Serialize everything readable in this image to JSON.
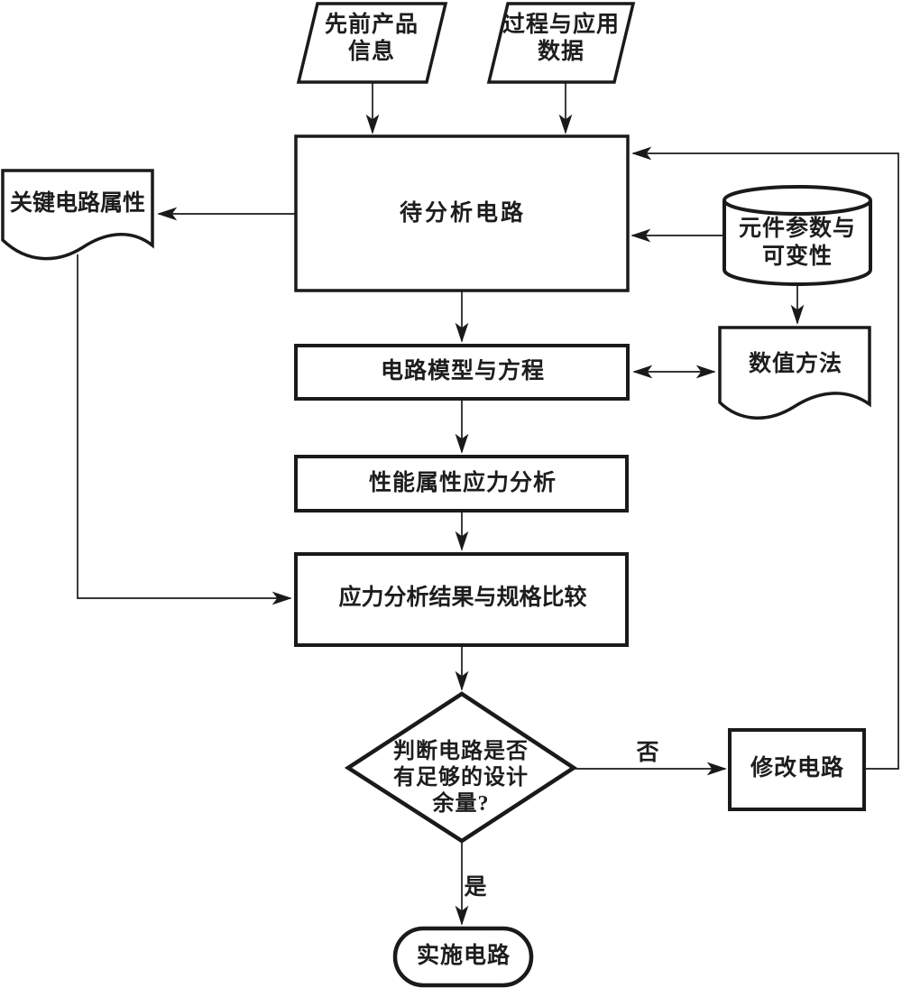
{
  "diagram": {
    "background_color": "#ffffff",
    "stroke_color": "#1a1a1a",
    "text_color": "#1d1d1d",
    "nodes": {
      "prev_product_info": {
        "shape": "parallelogram-input",
        "line1": "先前产品",
        "line2": "信息"
      },
      "process_app_data": {
        "shape": "parallelogram-input",
        "line1": "过程与应用",
        "line2": "数据"
      },
      "circuit_under_analysis": {
        "shape": "process-box",
        "line1": "待分析电路"
      },
      "key_circuit_attributes": {
        "shape": "document",
        "line1": "关键电路属性"
      },
      "component_parameters": {
        "shape": "database-cylinder",
        "line1": "元件参数与",
        "line2": "可变性"
      },
      "numerical_methods": {
        "shape": "document",
        "line1": "数值方法"
      },
      "circuit_model_equations": {
        "shape": "process-box",
        "line1": "电路模型与方程"
      },
      "performance_stress_analysis": {
        "shape": "process-box",
        "line1": "性能属性应力分析"
      },
      "stress_result_spec_comparison": {
        "shape": "process-box",
        "line1": "应力分析结果与规格比较"
      },
      "design_margin_decision": {
        "shape": "decision-diamond",
        "line1": "判断电路是否",
        "line2": "有足够的设计",
        "line3": "余量?"
      },
      "modify_circuit": {
        "shape": "process-box",
        "line1": "修改电路"
      },
      "implement_circuit": {
        "shape": "terminator",
        "line1": "实施电路"
      }
    },
    "edge_labels": {
      "no": "否",
      "yes": "是"
    },
    "edges": [
      {
        "from": "prev_product_info",
        "to": "circuit_under_analysis",
        "label": ""
      },
      {
        "from": "process_app_data",
        "to": "circuit_under_analysis",
        "label": ""
      },
      {
        "from": "circuit_under_analysis",
        "to": "key_circuit_attributes",
        "label": ""
      },
      {
        "from": "component_parameters",
        "to": "circuit_under_analysis",
        "label": ""
      },
      {
        "from": "component_parameters",
        "to": "numerical_methods",
        "label": ""
      },
      {
        "from": "circuit_under_analysis",
        "to": "circuit_model_equations",
        "label": ""
      },
      {
        "from": "circuit_model_equations",
        "to": "numerical_methods",
        "label": "",
        "bidirectional": true
      },
      {
        "from": "circuit_model_equations",
        "to": "performance_stress_analysis",
        "label": ""
      },
      {
        "from": "performance_stress_analysis",
        "to": "stress_result_spec_comparison",
        "label": ""
      },
      {
        "from": "key_circuit_attributes",
        "to": "stress_result_spec_comparison",
        "label": ""
      },
      {
        "from": "stress_result_spec_comparison",
        "to": "design_margin_decision",
        "label": ""
      },
      {
        "from": "design_margin_decision",
        "to": "modify_circuit",
        "label": "否"
      },
      {
        "from": "modify_circuit",
        "to": "circuit_under_analysis",
        "label": ""
      },
      {
        "from": "design_margin_decision",
        "to": "implement_circuit",
        "label": "是"
      }
    ]
  }
}
